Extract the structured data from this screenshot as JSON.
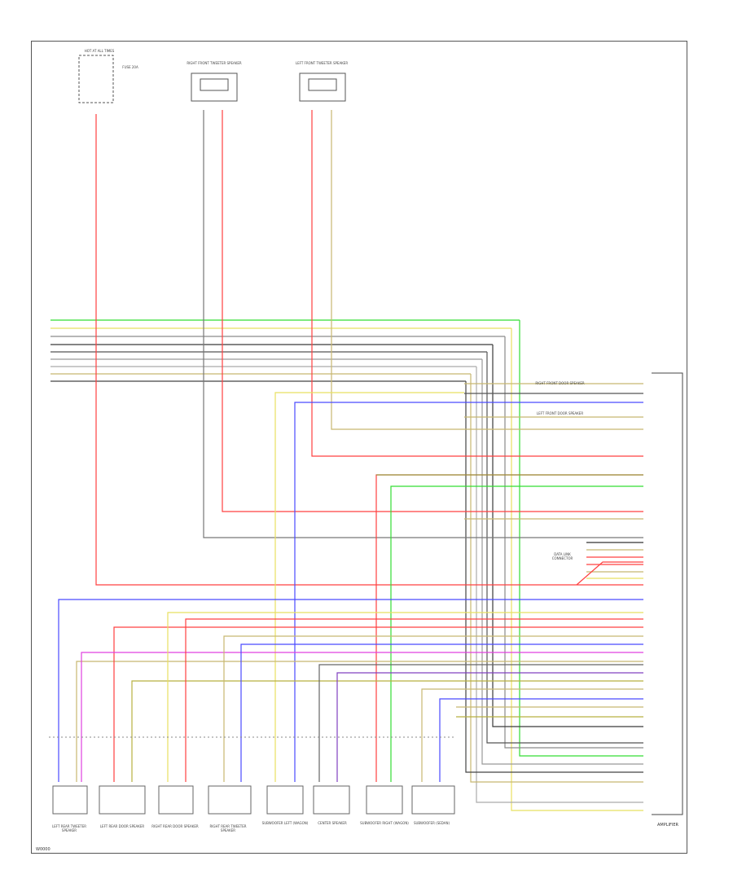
{
  "page": {
    "corner_code": "W0000",
    "amplifier_label": "AMPLIFIER"
  },
  "top_devices": [
    {
      "id": "fuse",
      "label": "HOT AT ALL TIMES",
      "sub": "FUSE 20A"
    },
    {
      "id": "right-front-tweeter",
      "label": "RIGHT FRONT TWEETER SPEAKER"
    },
    {
      "id": "left-front-tweeter",
      "label": "LEFT FRONT TWEETER SPEAKER"
    }
  ],
  "side_devices": [
    {
      "id": "right-front-door-speaker",
      "label": "RIGHT FRONT DOOR SPEAKER"
    },
    {
      "id": "left-front-door-speaker",
      "label": "LEFT FRONT DOOR SPEAKER"
    },
    {
      "id": "data-link",
      "label": "DATA LINK CONNECTOR"
    }
  ],
  "bottom_speakers": [
    {
      "id": "lrt",
      "label": "LEFT REAR TWEETER SPEAKER"
    },
    {
      "id": "lrd",
      "label": "LEFT REAR DOOR SPEAKER"
    },
    {
      "id": "rrd",
      "label": "RIGHT REAR DOOR SPEAKER"
    },
    {
      "id": "rrt",
      "label": "RIGHT REAR TWEETER SPEAKER"
    },
    {
      "id": "sub-l",
      "label": "SUBWOOFER LEFT (WAGON)"
    },
    {
      "id": "center",
      "label": "CENTER SPEAKER"
    },
    {
      "id": "sub-r",
      "label": "SUBWOOFER RIGHT (WAGON)"
    },
    {
      "id": "sub-sedan",
      "label": "SUBWOOFER (SEDAN)"
    }
  ],
  "wire_colors": {
    "green": "#33dd33",
    "yellow": "#e8e060",
    "gray": "#8a8a8a",
    "dark": "#3a3a3a",
    "red": "#ff4040",
    "blue": "#4a4aff",
    "magenta": "#e040e0",
    "olive": "#b8b040",
    "tan": "#c8b870"
  }
}
